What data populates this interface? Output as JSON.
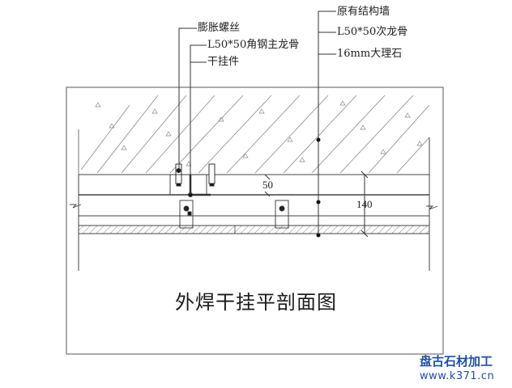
{
  "diagram": {
    "title": "外焊干挂平剖面图",
    "callouts_left": [
      {
        "label": "膨胀螺丝"
      },
      {
        "label": "L50*50角钢主龙骨"
      },
      {
        "label": "干挂件"
      }
    ],
    "callouts_right": [
      {
        "label": "原有结构墙"
      },
      {
        "label": "L50*50次龙骨"
      },
      {
        "label": "16mm大理石"
      }
    ],
    "dimensions": {
      "secondary_keel_depth": "50",
      "total_depth": "140"
    },
    "layers": [
      "原有结构墙",
      "L50*50次龙骨",
      "L50*50角钢主龙骨",
      "16mm大理石"
    ],
    "colors": {
      "line": "#333333",
      "watermark": "#1e4fa8"
    }
  },
  "watermark": {
    "brand": "盘古石材加工",
    "url": "www.k371.cn"
  }
}
